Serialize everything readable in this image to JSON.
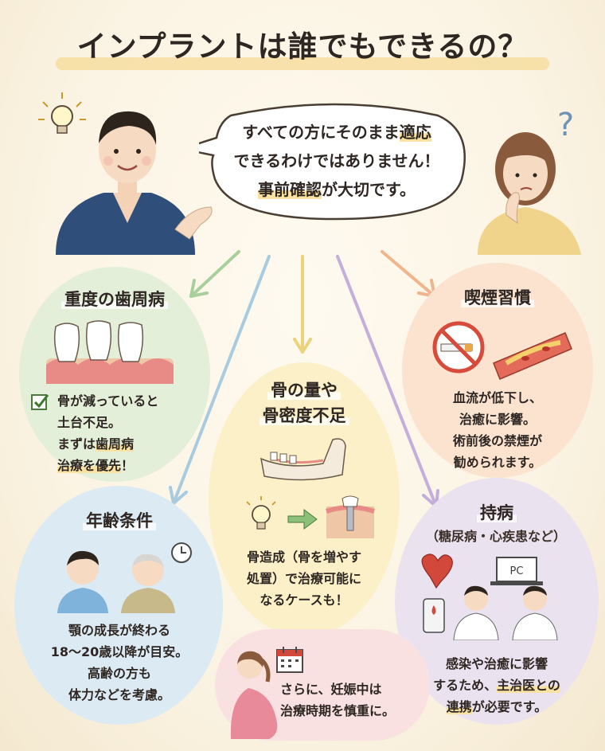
{
  "title": "インプラントは誰でもできるの？",
  "speech": {
    "line1_pre": "すべての方にそのまま",
    "line1_hl": "適応",
    "line2": "できるわけではありません！",
    "line3_hl": "事前確認",
    "line3_post": "が大切です。"
  },
  "sections": {
    "perio": {
      "title": "重度の歯周病",
      "line1": "骨が減っていると",
      "line2": "土台不足。",
      "line3_pre": "まずは",
      "line3_hl": "歯周病",
      "line4_hl": "治療を優先",
      "line4_post": "！"
    },
    "smoking": {
      "title": "喫煙習慣",
      "line1": "血流が低下し、",
      "line2": "治癒に影響。",
      "line3": "術前後の禁煙が",
      "line4": "勧められます。"
    },
    "bone": {
      "title_line1": "骨の量や",
      "title_line2": "骨密度不足",
      "line1": "骨造成（骨を増やす",
      "line2": "処置）で治療可能に",
      "line3": "なるケースも！"
    },
    "age": {
      "title": "年齢条件",
      "line1": "顎の成長が終わる",
      "line2": "18〜20歳以降が目安。",
      "line3": "高齢の方も",
      "line4": "体力などを考慮。"
    },
    "disease": {
      "title": "持病",
      "subtitle": "（糖尿病・心疾患など）",
      "line1": "感染や治癒に影響",
      "line2_pre": "するため、",
      "line2_hl": "主治医との",
      "line3_hl": "連携",
      "line3_post": "が必要です。",
      "pc_label": "PC"
    },
    "pregnancy": {
      "line1": "さらに、妊娠中は",
      "line2": "治療時期を慎重に。"
    }
  },
  "colors": {
    "green": "#e3efd9",
    "orange": "#fbe3cf",
    "yellow": "#fbf0c8",
    "blue": "#dcebf3",
    "purple": "#ebe2f0",
    "pink": "#f8e1e0",
    "accent_highlight": "#f9e2a2"
  }
}
